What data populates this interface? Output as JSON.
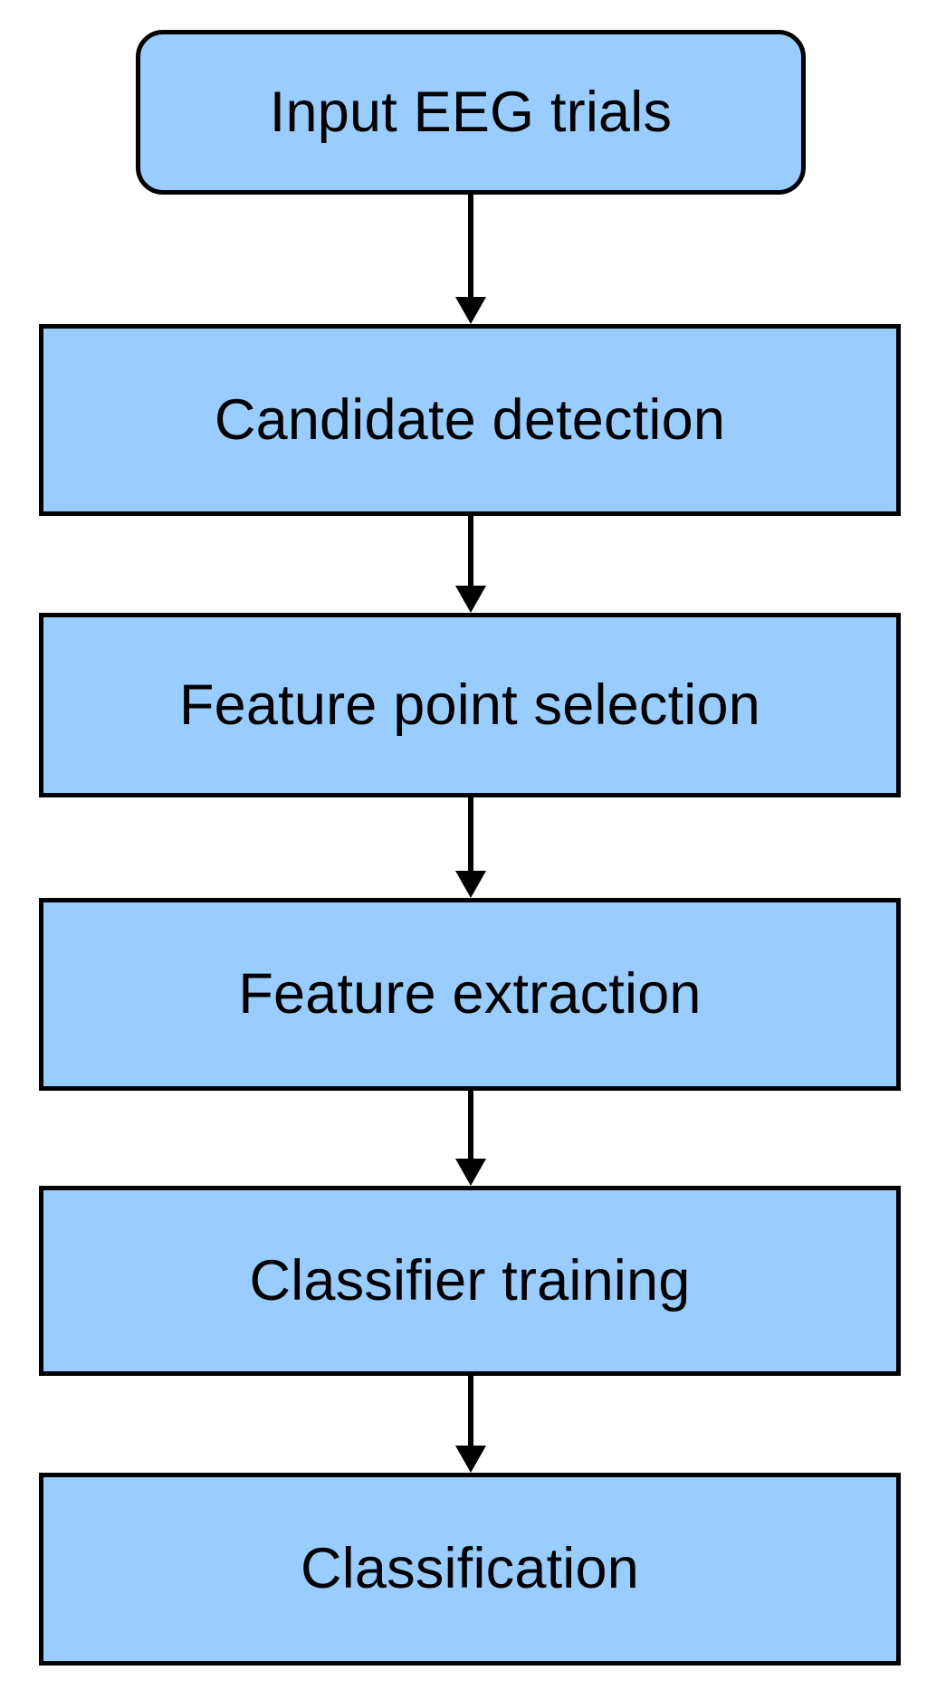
{
  "diagram": {
    "type": "flowchart",
    "orientation": "top-to-bottom",
    "background_color": "#FFFFFF",
    "node_fill_color": "#99CCFF",
    "node_border_color": "#000000",
    "text_color": "#000000",
    "connector_color": "#000000",
    "nodes": [
      {
        "id": "input-eeg-trials",
        "label": "Input EEG trials",
        "shape": "rounded-rectangle"
      },
      {
        "id": "candidate-detection",
        "label": "Candidate detection",
        "shape": "rectangle"
      },
      {
        "id": "feature-point-selection",
        "label": "Feature point selection",
        "shape": "rectangle"
      },
      {
        "id": "feature-extraction",
        "label": "Feature extraction",
        "shape": "rectangle"
      },
      {
        "id": "classifier-training",
        "label": "Classifier training",
        "shape": "rectangle"
      },
      {
        "id": "classification",
        "label": "Classification",
        "shape": "rectangle"
      }
    ],
    "edges": [
      {
        "from": "input-eeg-trials",
        "to": "candidate-detection",
        "style": "solid-arrow"
      },
      {
        "from": "candidate-detection",
        "to": "feature-point-selection",
        "style": "solid-arrow"
      },
      {
        "from": "feature-point-selection",
        "to": "feature-extraction",
        "style": "solid-arrow"
      },
      {
        "from": "feature-extraction",
        "to": "classifier-training",
        "style": "solid-arrow"
      },
      {
        "from": "classifier-training",
        "to": "classification",
        "style": "solid-arrow"
      }
    ]
  }
}
